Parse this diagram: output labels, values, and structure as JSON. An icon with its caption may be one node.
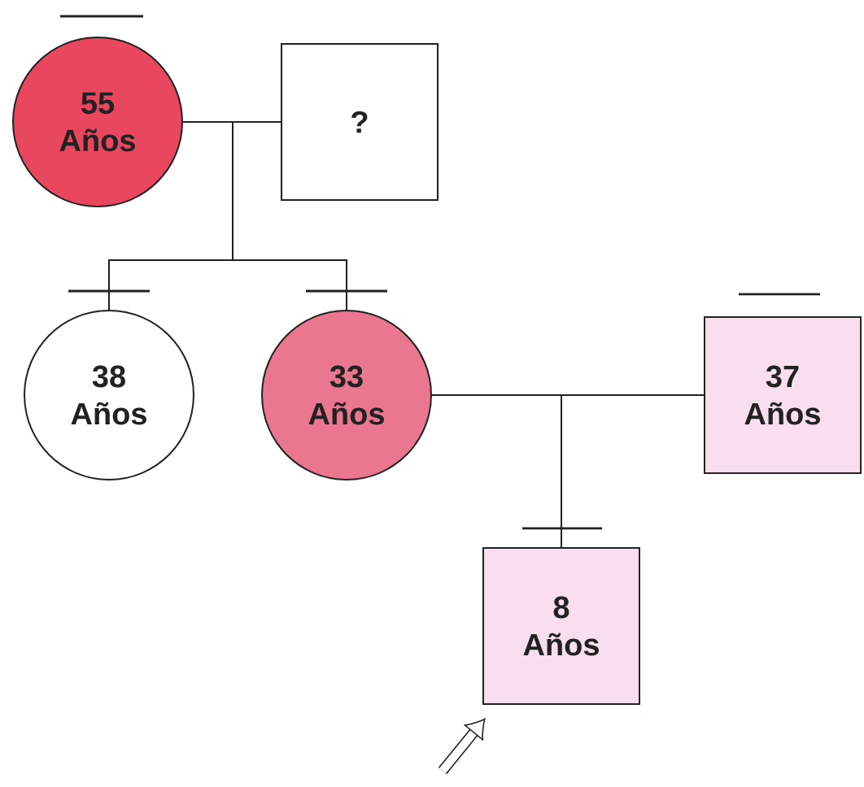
{
  "diagram": {
    "nodes": [
      {
        "text": [
          "55 Años"
        ]
      },
      {
        "text": [
          "?"
        ]
      },
      {
        "text": [
          "38 Años"
        ]
      },
      {
        "text": [
          "33 Años"
        ]
      },
      {
        "text": [
          "37 Años"
        ]
      },
      {
        "text": [
          "8 Años"
        ]
      }
    ],
    "edges": [
      {
        "from": 0,
        "to": 1,
        "arrow": "none"
      },
      {
        "from": 0,
        "to": 2,
        "arrow": "none"
      },
      {
        "from": 1,
        "to": 2,
        "arrow": "none"
      },
      {
        "from": 0,
        "to": 3,
        "arrow": "none"
      },
      {
        "from": 1,
        "to": 3,
        "arrow": "none"
      },
      {
        "from": 3,
        "to": 4,
        "arrow": "none"
      },
      {
        "from": 3,
        "to": 5,
        "arrow": "none"
      },
      {
        "from": 4,
        "to": 5,
        "arrow": "none"
      },
      {
        "from": null,
        "to": 5,
        "arrow": "to",
        "style": "thick"
      }
    ]
  }
}
